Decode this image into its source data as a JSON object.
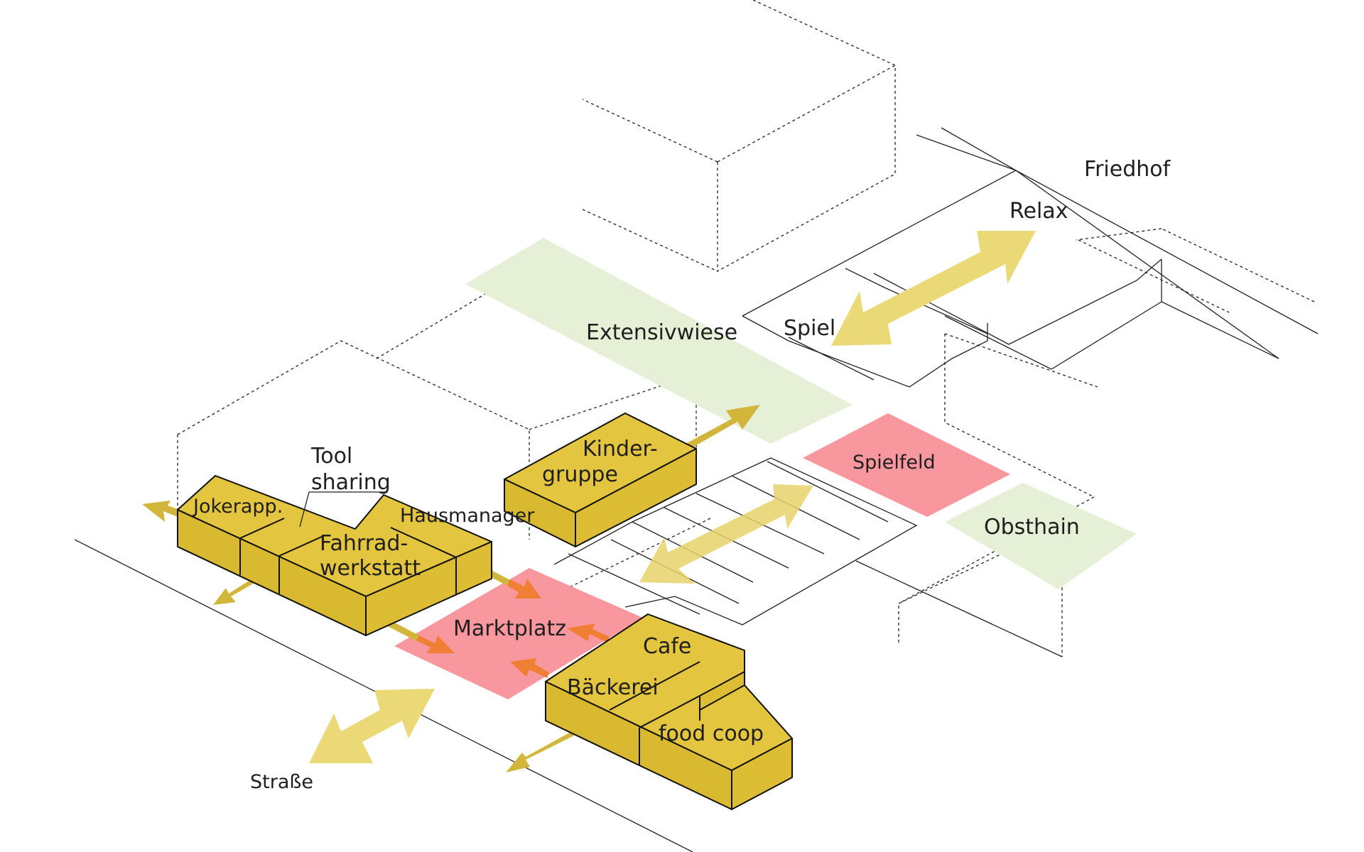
{
  "labels": {
    "friedhof": "Friedhof",
    "relax": "Relax",
    "spiel": "Spiel",
    "extensivwiese": "Extensivwiese",
    "kindergruppe_1": "Kinder-",
    "kindergruppe_2": "gruppe",
    "tool_sharing_1": "Tool",
    "tool_sharing_2": "sharing",
    "jokerapp": "Jokerapp.",
    "hausmanager": "Hausmanager",
    "fahrradwerkstatt_1": "Fahrrad-",
    "fahrradwerkstatt_2": "werkstatt",
    "spielfeld": "Spielfeld",
    "obsthain": "Obsthain",
    "marktplatz": "Marktplatz",
    "cafe": "Cafe",
    "baeckerei": "Bäckerei",
    "food_coop": "food coop",
    "strasse": "Straße"
  },
  "colors": {
    "building_yellow": "#e3c53f",
    "public_red": "#f9979e",
    "green_zone": "#e6f0d6",
    "movement_arrow": "#ebd877",
    "flow_arrow_orange": "#ee7f34"
  }
}
